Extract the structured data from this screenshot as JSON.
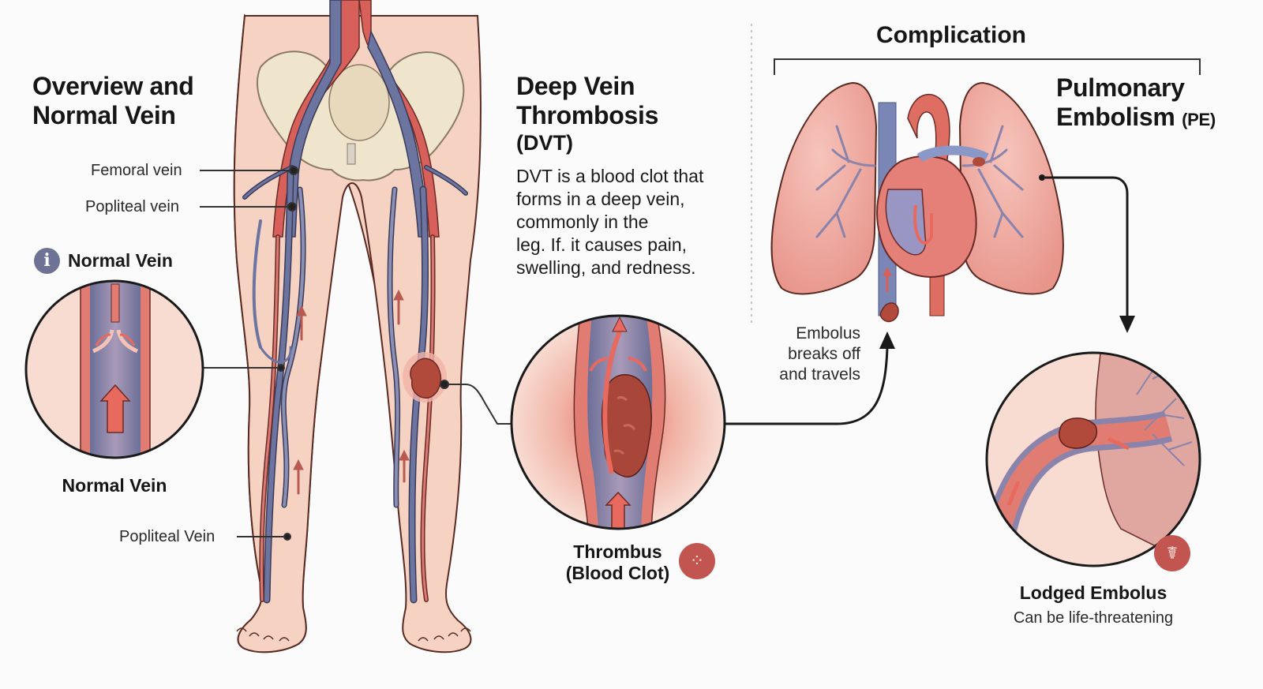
{
  "overview": {
    "title_line1": "Overview and",
    "title_line2": "Normal Vein",
    "labels": {
      "femoral_vein": "Femoral vein",
      "popliteal_vein_upper": "Popliteal vein",
      "popliteal_vein_lower": "Popliteal Vein"
    },
    "normal_vein_heading": "Normal Vein",
    "normal_vein_heading_icon": "info-icon",
    "normal_vein_caption": "Normal Vein"
  },
  "dvt": {
    "title_line1": "Deep Vein",
    "title_line2": "Thrombosis",
    "title_line3": "(DVT)",
    "description_lines": [
      "DVT is a blood clot that",
      "forms in a deep vein,",
      "commonly in the",
      "leg. If. it causes pain,",
      "swelling, and redness."
    ],
    "thrombus_caption_line1": "Thrombus",
    "thrombus_caption_line2": "(Blood Clot)",
    "thrombus_icon": "blood-cells-icon"
  },
  "complication": {
    "header": "Complication",
    "pe_title_line1": "Pulmonary",
    "pe_title_line2": "Embolism",
    "pe_abbrev": "(PE)",
    "embolus_label_lines": [
      "Embolus",
      "breaks off",
      "and travels"
    ],
    "lodged_caption": "Lodged Embolus",
    "lodged_subcaption": "Can be life-threatening",
    "lodged_icon": "patient-distress-icon"
  },
  "colors": {
    "skin": "#f6d2c2",
    "skin_outline": "#5a2a22",
    "vein_blue": "#6c74a0",
    "artery_red": "#d8605a",
    "bone": "#efe4cc",
    "clot": "#a8463a",
    "lung": "#eea49a",
    "badge": "#c25550",
    "info_icon": "#6e7396"
  }
}
